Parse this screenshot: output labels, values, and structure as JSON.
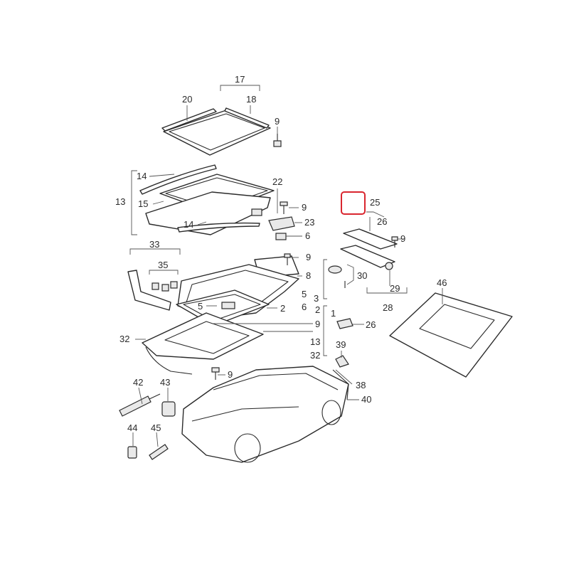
{
  "colors": {
    "line": "#2b2b2b",
    "highlight": "#d9262f",
    "background": "#ffffff"
  },
  "highlighted_part": "25",
  "callouts": {
    "c17": "17",
    "c18": "18",
    "c20": "20",
    "c9a": "9",
    "c14a": "14",
    "c13": "13",
    "c15": "15",
    "c14b": "14",
    "c22": "22",
    "c9b": "9",
    "c23": "23",
    "c6a": "6",
    "c25": "25",
    "c26a": "26",
    "c9c": "9",
    "c9d": "9",
    "c8": "8",
    "c33": "33",
    "c35": "35",
    "c30": "30",
    "c5a": "5",
    "c3": "3",
    "c6b": "6",
    "c29": "29",
    "c28": "28",
    "c5b": "5",
    "c2a": "2",
    "c2b": "2",
    "c1": "1",
    "c9e": "9",
    "c26b": "26",
    "c46": "46",
    "c32a": "32",
    "c13b": "13",
    "c32b": "32",
    "c39": "39",
    "c9f": "9",
    "c42": "42",
    "c43": "43",
    "c38": "38",
    "c40": "40",
    "c44": "44",
    "c45": "45"
  }
}
